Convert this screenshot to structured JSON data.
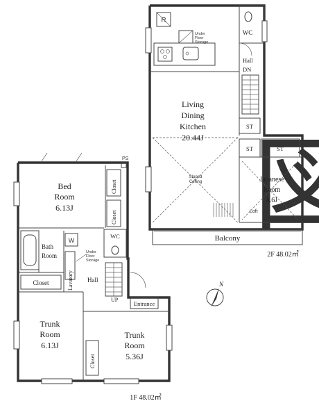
{
  "plan": {
    "floor1": {
      "total": "1F 48.02㎡",
      "bed_room": {
        "name1": "Bed",
        "name2": "Room",
        "size": "6.13J"
      },
      "closet_v1": "Closet",
      "closet_v2": "Closet",
      "closet_h": "Closet",
      "closet_v3": "Closet",
      "ps": "PS",
      "wc": "WC",
      "bath": {
        "name1": "Bath",
        "name2": "Room"
      },
      "lavatory": "Lavatory",
      "under_storage": [
        "Under",
        "Floor",
        "Storage"
      ],
      "hall": "Hall",
      "up": "UP",
      "entrance": "Entrance",
      "trunk_room_1": {
        "name1": "Trunk",
        "name2": "Room",
        "size": "6.13J"
      },
      "trunk_room_2": {
        "name1": "Trunk",
        "name2": "Room",
        "size": "5.36J"
      },
      "washer": "W"
    },
    "floor2": {
      "total": "2F 48.02㎡",
      "ldk": {
        "line1": "Living",
        "line2": "Dining",
        "line3": "Kitchen",
        "size": "20.44J"
      },
      "sloped_ceiling": [
        "Sloped",
        "Ceiling"
      ],
      "japanese_room": {
        "name1": "Japanese",
        "name2": "Room",
        "size": "4.6J"
      },
      "loft": "Loft",
      "wc": "WC",
      "hall": "Hall",
      "dn": "DN",
      "st1": "ST",
      "st2": "ST",
      "st3": "ST",
      "balcony": "Balcony",
      "under_storage": [
        "Under",
        "Floor",
        "Storage"
      ],
      "fridge": "R"
    },
    "compass": "N",
    "watermark": "図"
  }
}
